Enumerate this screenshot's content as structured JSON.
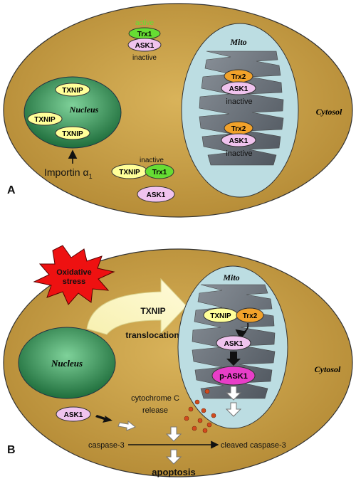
{
  "panel_a": {
    "letter": "A",
    "active_label": "active",
    "trx1_top": "Trx1",
    "ask1_top": "ASK1",
    "inactive_top": "inactive",
    "nucleus_label": "Nucleus",
    "txnip_1": "TXNIP",
    "txnip_2": "TXNIP",
    "txnip_3": "TXNIP",
    "importin_label": "Importin α",
    "importin_sub": "1",
    "inactive_complex": "inactive",
    "txnip_complex": "TXNIP",
    "trx1_complex": "Trx1",
    "ask1_free": "ASK1",
    "mito_label": "Mito",
    "trx2_1": "Trx2",
    "ask1_mito_1": "ASK1",
    "inactive_mito_1": "inactive",
    "trx2_2": "Trx2",
    "ask1_mito_2": "ASK1",
    "inactive_mito_2": "inactive",
    "cytosol_label": "Cytosol"
  },
  "panel_b": {
    "letter": "B",
    "stress_line1": "Oxidative",
    "stress_line2": "stress",
    "txnip_label": "TXNIP",
    "translocation_label": "translocation",
    "nucleus_label": "Nucleus",
    "mito_label": "Mito",
    "txnip_mito": "TXNIP",
    "trx2_mito": "Trx2",
    "ask1_mito": "ASK1",
    "pask1_mito": "p-ASK1",
    "cytosol_label": "Cytosol",
    "cytc_line1": "cytochrome C",
    "cytc_line2": "release",
    "ask1_cyto": "ASK1",
    "caspase3": "caspase-3",
    "cleaved_caspase3": "cleaved caspase-3",
    "apoptosis": "apoptosis"
  },
  "colors": {
    "cell_fill": "#c9a24a",
    "mito_fill": "#bcdde2",
    "nucleus_fill": "#3f9a62",
    "txnip_fill": "#ffff99",
    "trx1_fill": "#66dd33",
    "trx2_fill": "#f2a22a",
    "ask1_fill": "#f0c3ee",
    "stress_fill": "#ee1111"
  }
}
